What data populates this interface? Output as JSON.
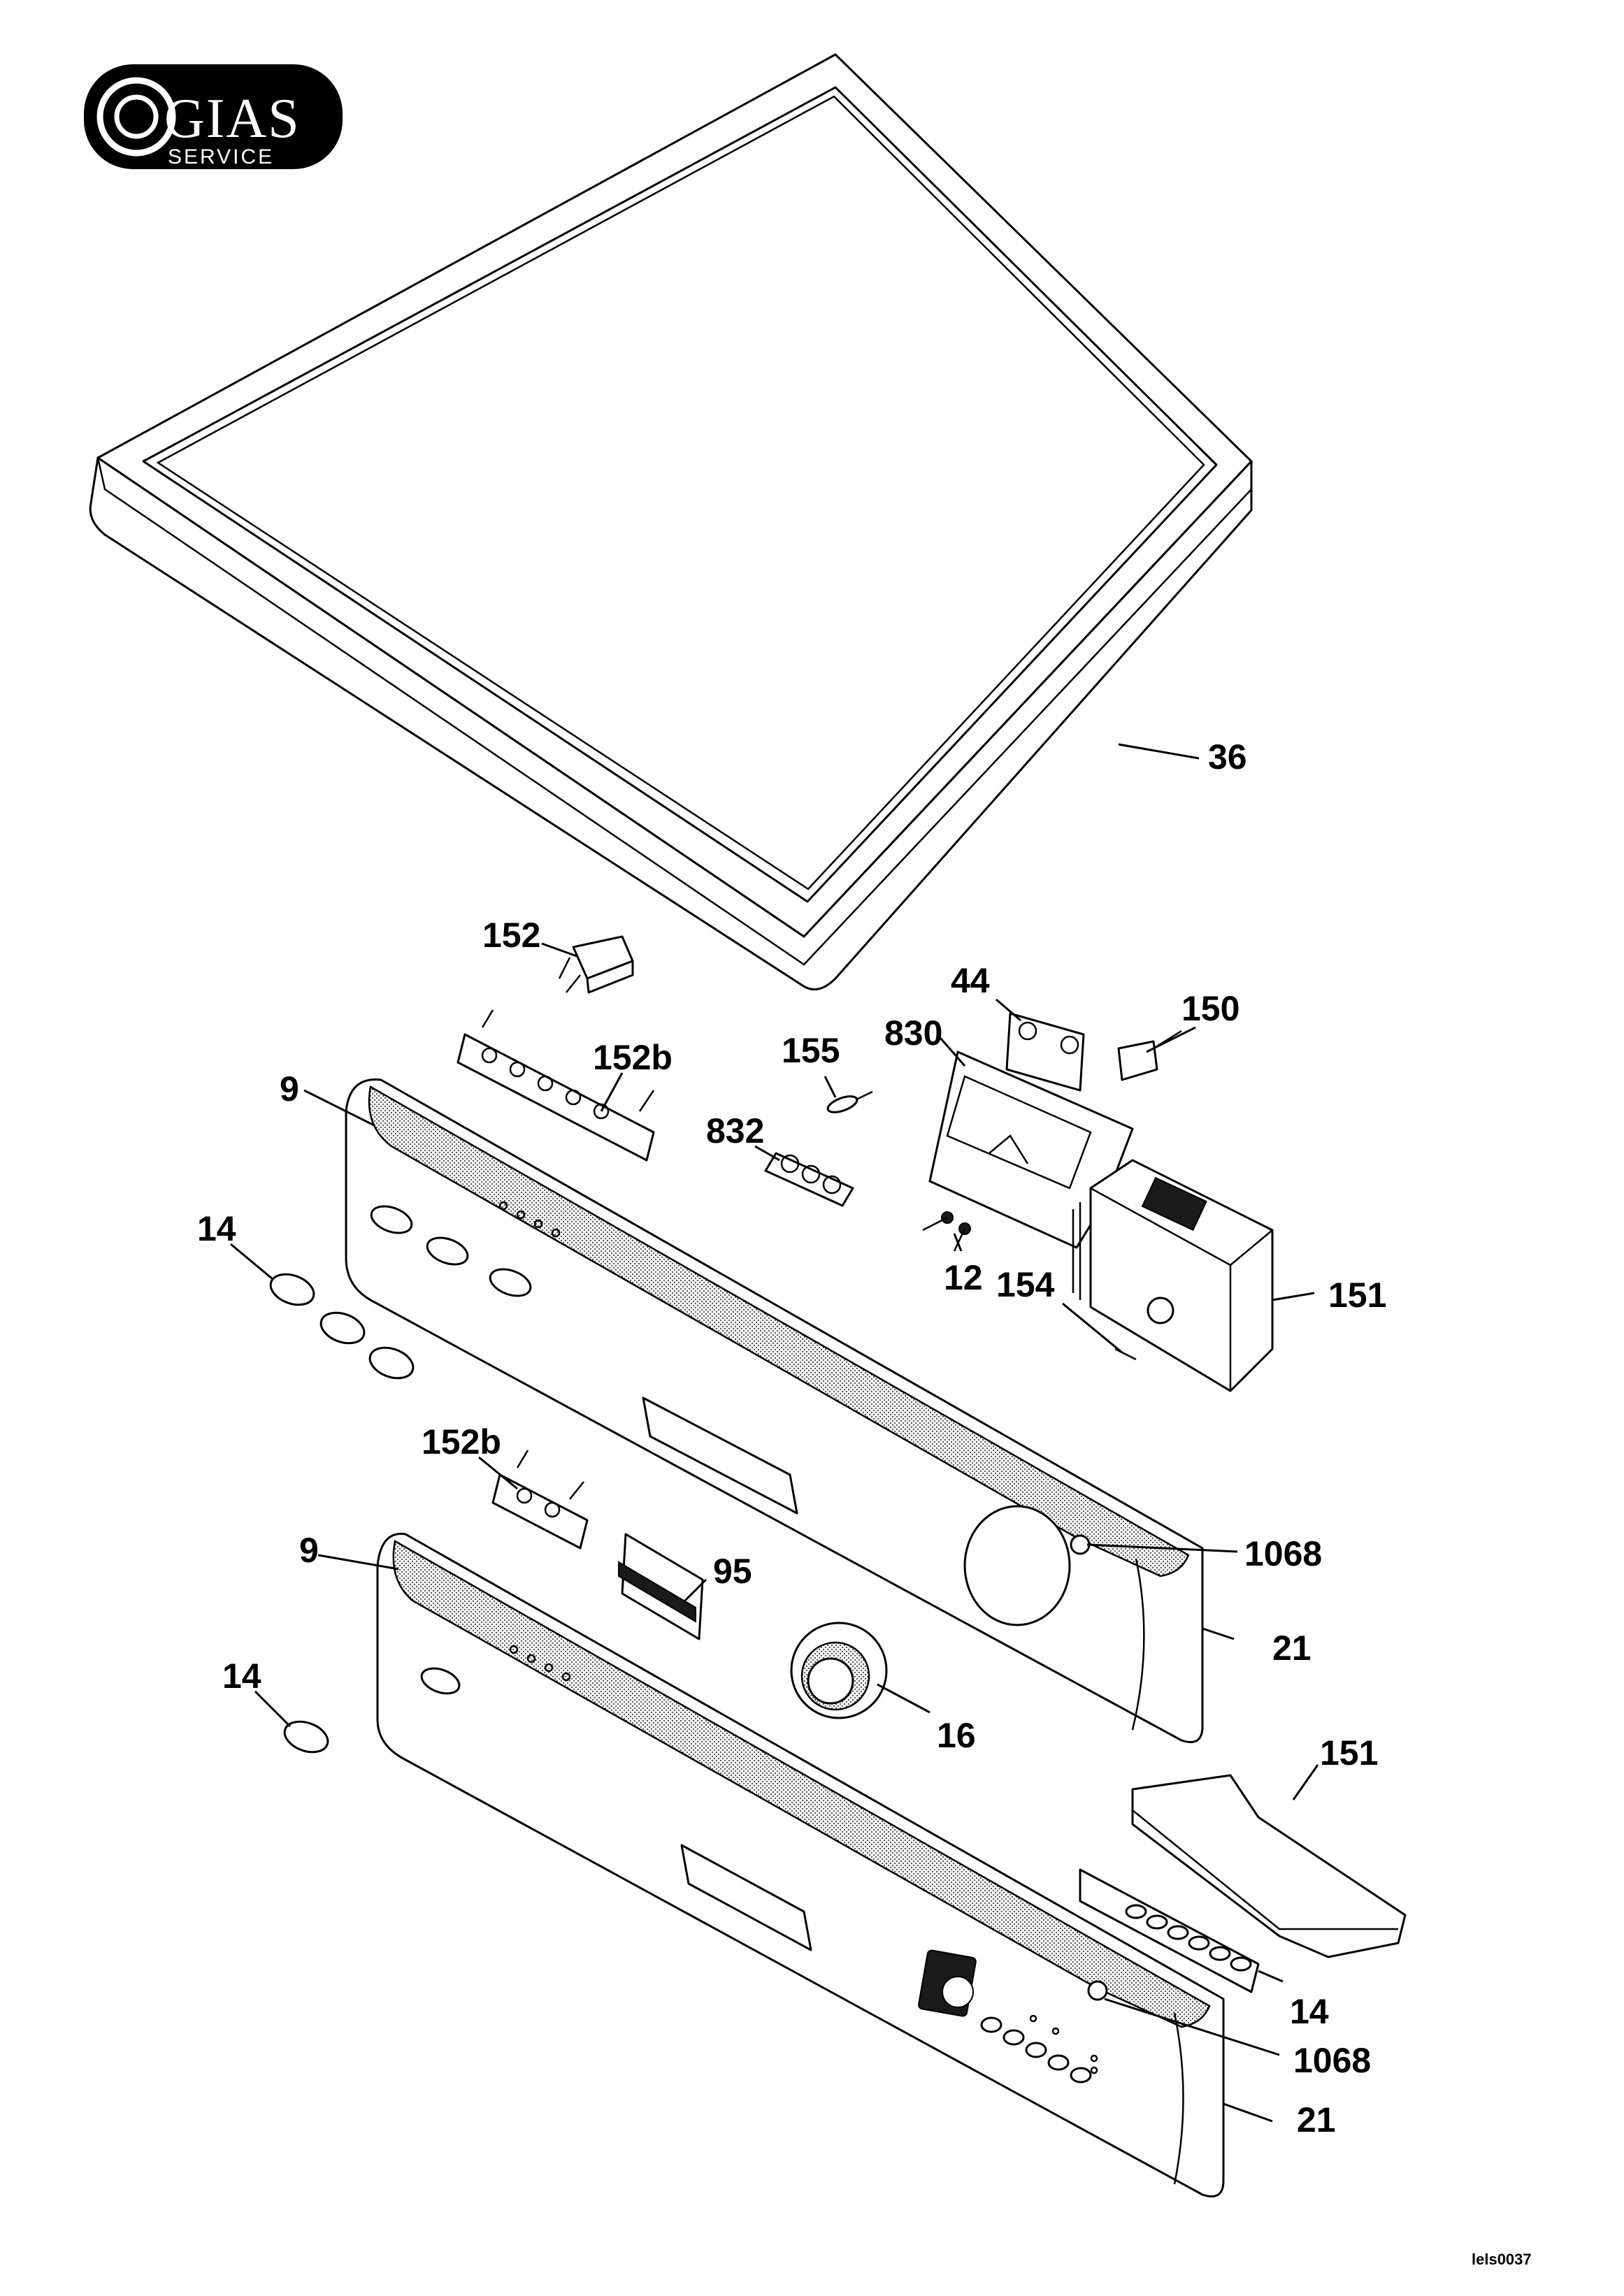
{
  "logo": {
    "brand": "GIAS",
    "tagline": "SERVICE"
  },
  "callouts": [
    {
      "id": "c36",
      "label": "36"
    },
    {
      "id": "c152",
      "label": "152"
    },
    {
      "id": "c44",
      "label": "44"
    },
    {
      "id": "c150",
      "label": "150"
    },
    {
      "id": "c155",
      "label": "155"
    },
    {
      "id": "c830",
      "label": "830"
    },
    {
      "id": "c152b-top",
      "label": "152b"
    },
    {
      "id": "c9-top",
      "label": "9"
    },
    {
      "id": "c832",
      "label": "832"
    },
    {
      "id": "c12",
      "label": "12"
    },
    {
      "id": "c14-top",
      "label": "14"
    },
    {
      "id": "c154",
      "label": "154"
    },
    {
      "id": "c151-top",
      "label": "151"
    },
    {
      "id": "c152b-bottom",
      "label": "152b"
    },
    {
      "id": "c9-bottom",
      "label": "9"
    },
    {
      "id": "c95",
      "label": "95"
    },
    {
      "id": "c1068-top",
      "label": "1068"
    },
    {
      "id": "c21-top",
      "label": "21"
    },
    {
      "id": "c14-left",
      "label": "14"
    },
    {
      "id": "c16",
      "label": "16"
    },
    {
      "id": "c151-bottom",
      "label": "151"
    },
    {
      "id": "c14-right",
      "label": "14"
    },
    {
      "id": "c1068-bottom",
      "label": "1068"
    },
    {
      "id": "c21-bottom",
      "label": "21"
    }
  ],
  "document_id": "lels0037"
}
